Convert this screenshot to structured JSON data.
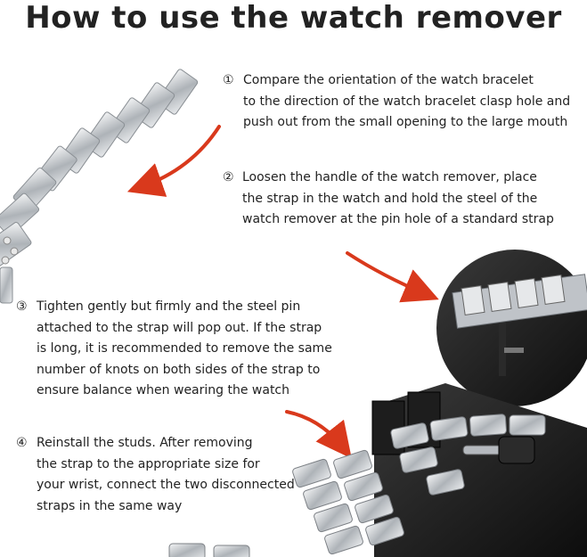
{
  "title": "How to use the watch remover",
  "colors": {
    "arrow": "#d9391c",
    "text": "#222222",
    "tool": "#1a1a1a",
    "metal": "#c9cdd1"
  },
  "steps": [
    {
      "number": "①",
      "lines": [
        "Compare the orientation of the watch bracelet",
        "to the direction of the watch bracelet clasp hole and",
        "push out from the small opening to the large mouth"
      ]
    },
    {
      "number": "②",
      "lines": [
        "Loosen the handle of the watch remover, place",
        " the strap in the watch and hold the steel of the",
        "watch remover at the pin hole of a standard strap"
      ]
    },
    {
      "number": "③",
      "lines": [
        "Tighten gently but firmly and the steel pin",
        "attached to the strap will pop out. If the strap",
        " is long, it is recommended to remove the same",
        "number of knots on both sides of the strap to",
        "ensure balance when wearing the watch"
      ]
    },
    {
      "number": "④",
      "lines": [
        "Reinstall the studs. After removing",
        " the strap to the appropriate size for",
        "your wrist, connect the two disconnected",
        " straps in the same way"
      ]
    }
  ]
}
